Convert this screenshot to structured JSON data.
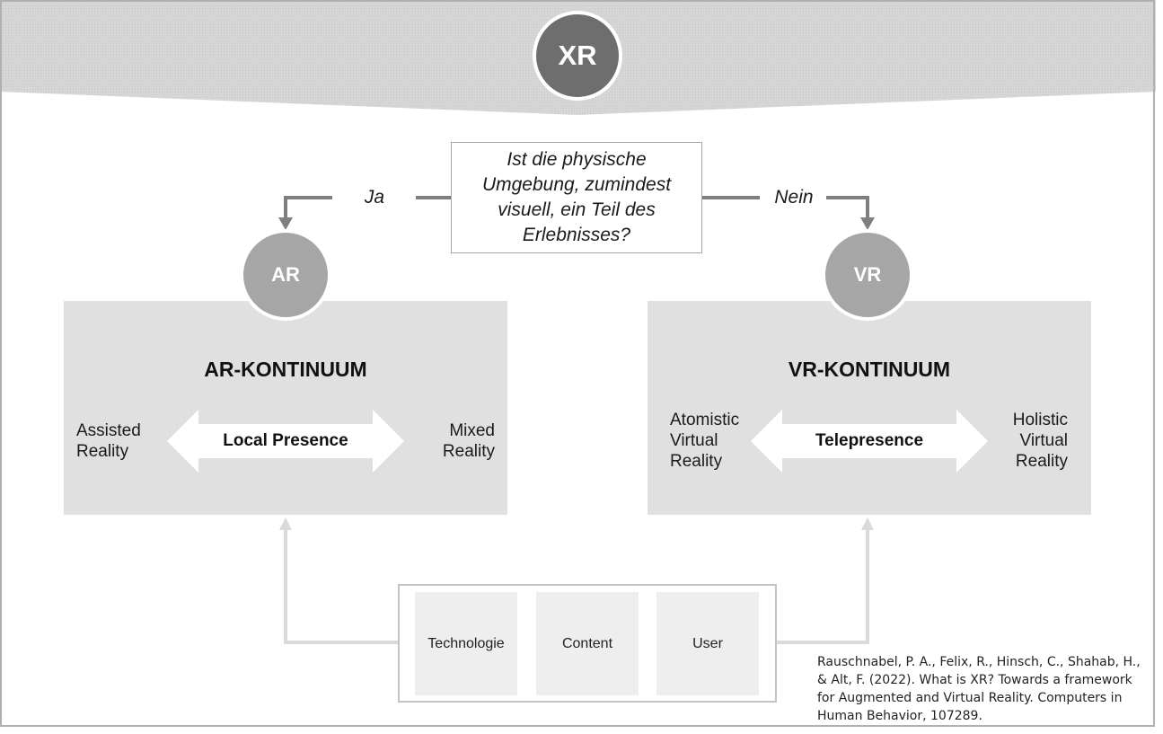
{
  "header": {
    "title": "XR"
  },
  "question": {
    "text": "Ist die physische\nUmgebung, zumindest\nvisuell, ein Teil des\nErlebnisses?"
  },
  "branches": {
    "yes": "Ja",
    "no": "Nein"
  },
  "ar": {
    "badge": "AR",
    "title": "AR-KONTINUUM",
    "left": "Assisted\nReality",
    "arrow": "Local Presence",
    "right": "Mixed\nReality"
  },
  "vr": {
    "badge": "VR",
    "title": "VR-KONTINUUM",
    "left": "Atomistic\nVirtual\nReality",
    "arrow": "Telepresence",
    "right": "Holistic\nVirtual\nReality"
  },
  "factors": [
    "Technologie",
    "Content",
    "User"
  ],
  "citation": "Rauschnabel, P. A., Felix, R., Hinsch, C., Shahab, H., & Alt, F. (2022). What is XR? Towards a framework for Augmented and Virtual Reality. Computers in Human Behavior, 107289.",
  "colors": {
    "header_band": "#d4d4d4",
    "xr_circle": "#6e6e6e",
    "badge_circle": "#a6a6a6",
    "panel": "#e0e0e0",
    "flow_arrow": "#7f7f7f",
    "feedback_arrow": "#dadada"
  }
}
